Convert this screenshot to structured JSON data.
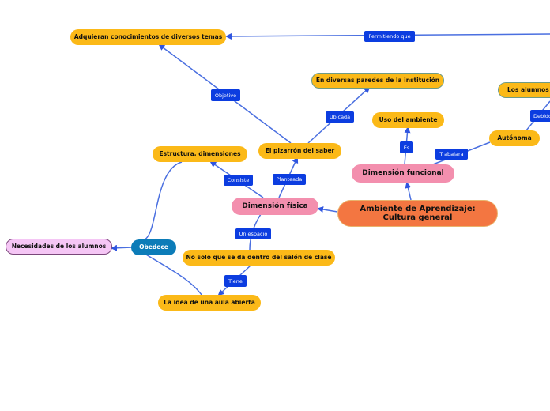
{
  "nodes": {
    "root": "Ambiente de Aprendizaje: Cultura general",
    "dim_fisica": "Dimensión física",
    "dim_funcional": "Dimensión funcional",
    "pizarron": "El pizarrón del saber",
    "adquieran": "Adquieran conocimientos de diversos temas",
    "paredes": "En diversas paredes de la institución",
    "estructura": "Estructura, dimensiones",
    "necesidades": "Necesidades de los alumnos",
    "obedece": "Obedece",
    "no_solo": "No solo que se da dentro del salón de clase",
    "aula_abierta": "La idea de una aula abierta",
    "uso_ambiente": "Uso del ambiente",
    "autonoma": "Autónoma",
    "alumnos_partial": "Los alumnos s"
  },
  "links": {
    "permitiendo": "Permitiendo que",
    "objetivo": "Objetivo",
    "ubicada": "Ubicada",
    "planteada": "Planteada",
    "consiste": "Consiste",
    "un_espacio": "Un espacio",
    "tiene": "Tiene",
    "es": "Es",
    "trabajara": "Trabajara",
    "debido_partial": "Debido"
  },
  "colors": {
    "connector": "#4a6fe0",
    "yellow_node": "#fbb918",
    "pink_node": "#f38fae",
    "root_node": "#f37641",
    "link_label": "#0c3de0",
    "obedece_node": "#0c7cb8",
    "purple_node": "#f5c6f5"
  }
}
